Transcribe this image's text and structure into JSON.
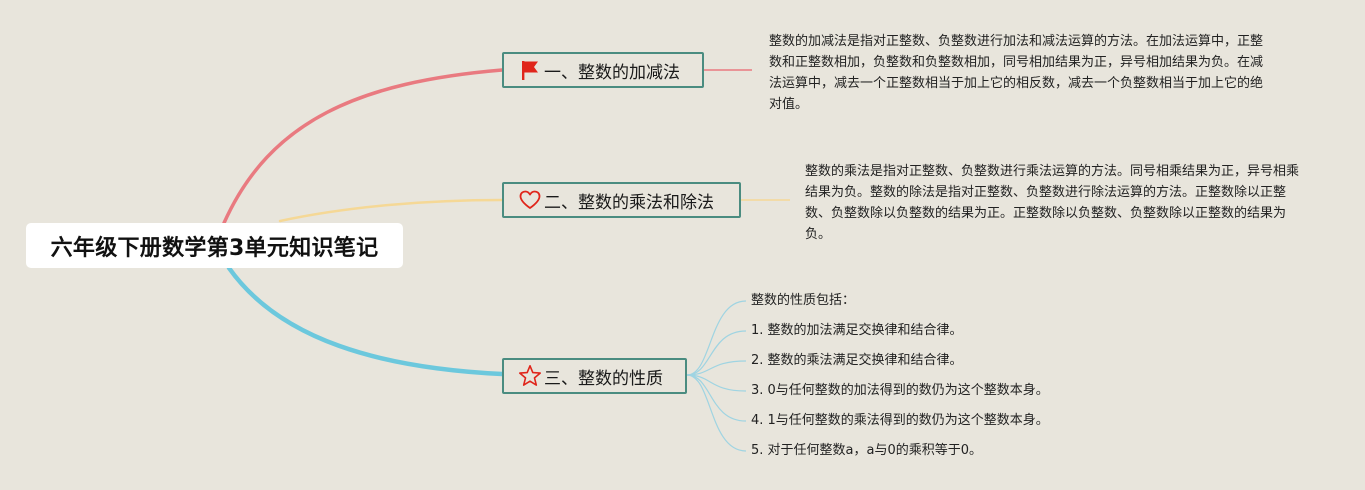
{
  "root": {
    "title": "六年级下册数学第3单元知识笔记"
  },
  "branches": [
    {
      "label": "一、整数的加减法",
      "icon": "flag-icon",
      "color": "#e97a80",
      "note": "整数的加减法是指对正整数、负整数进行加法和减法运算的方法。在加法运算中，正整数和正整数相加，负整数和负整数相加，同号相加结果为正，异号相加结果为负。在减法运算中，减去一个正整数相当于加上它的相反数，减去一个负整数相当于加上它的绝对值。"
    },
    {
      "label": "二、整数的乘法和除法",
      "icon": "heart-icon",
      "color": "#f5d896",
      "note": "整数的乘法是指对正整数、负整数进行乘法运算的方法。同号相乘结果为正，异号相乘结果为负。整数的除法是指对正整数、负整数进行除法运算的方法。正整数除以正整数、负整数除以负整数的结果为正。正整数除以负整数、负整数除以正整数的结果为负。"
    },
    {
      "label": "三、整数的性质",
      "icon": "star-icon",
      "color": "#6cc8dd",
      "items": [
        "整数的性质包括：",
        "1. 整数的加法满足交换律和结合律。",
        "2. 整数的乘法满足交换律和结合律。",
        "3. 0与任何整数的加法得到的数仍为这个整数本身。",
        "4. 1与任何整数的乘法得到的数仍为这个整数本身。",
        "5. 对于任何整数a，a与0的乘积等于0。"
      ]
    }
  ],
  "colors": {
    "background": "#e8e5dc",
    "topic_border": "#4a8c80",
    "icon_red": "#e0251b",
    "leaf_line": "#9fd4e2"
  }
}
